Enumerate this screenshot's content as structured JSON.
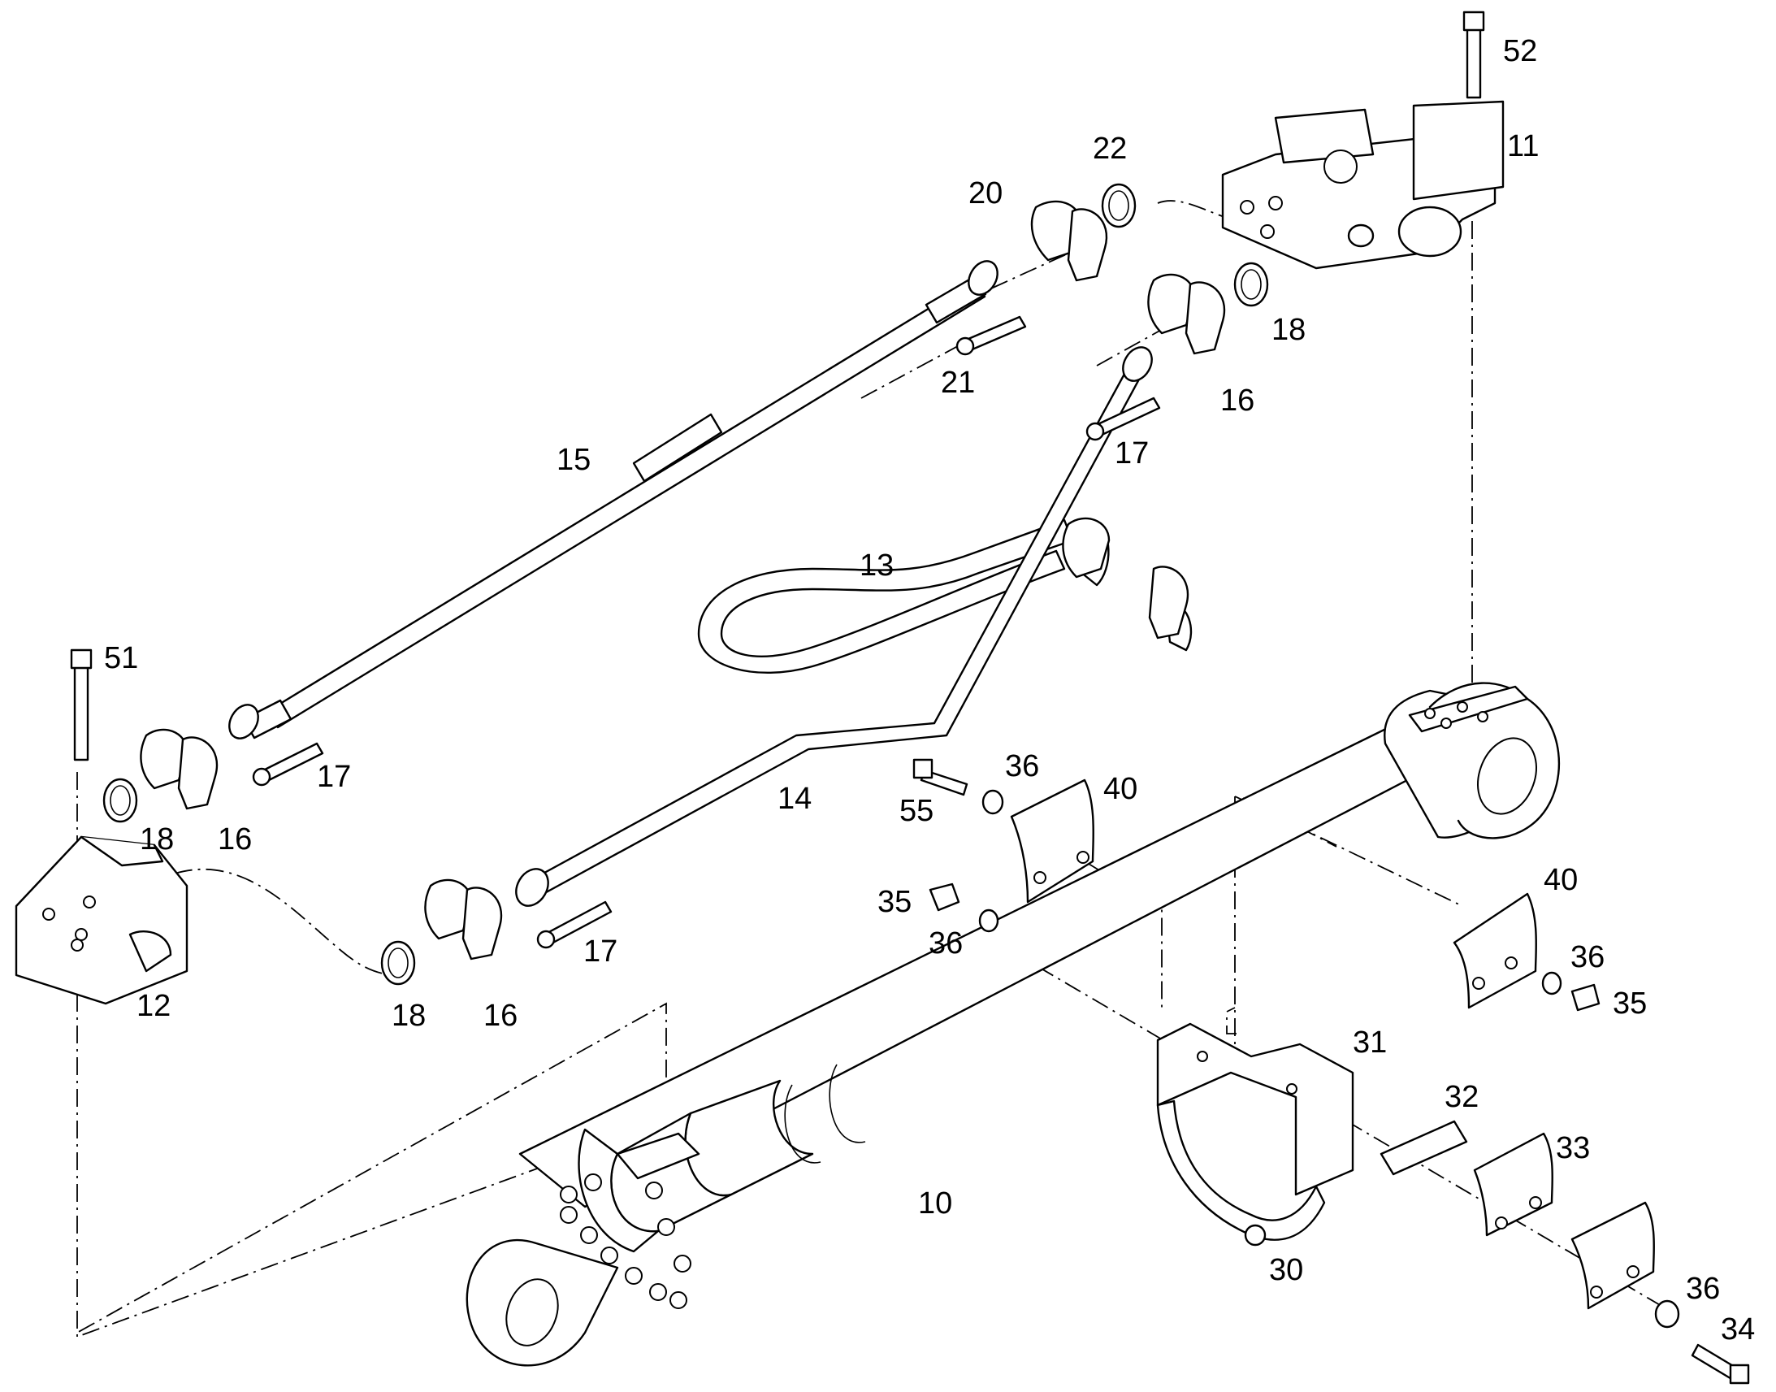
{
  "callouts": {
    "c10": "10",
    "c11": "11",
    "c12": "12",
    "c13": "13",
    "c14": "14",
    "c15": "15",
    "c16a": "16",
    "c16b": "16",
    "c16c": "16",
    "c17a": "17",
    "c17b": "17",
    "c17c": "17",
    "c18a": "18",
    "c18b": "18",
    "c18c": "18",
    "c20": "20",
    "c21": "21",
    "c22": "22",
    "c30": "30",
    "c31": "31",
    "c32": "32",
    "c33": "33",
    "c34": "34",
    "c35a": "35",
    "c35b": "35",
    "c36a": "36",
    "c36b": "36",
    "c36c": "36",
    "c36d": "36",
    "c40a": "40",
    "c40b": "40",
    "c51": "51",
    "c52": "52",
    "c55": "55"
  }
}
